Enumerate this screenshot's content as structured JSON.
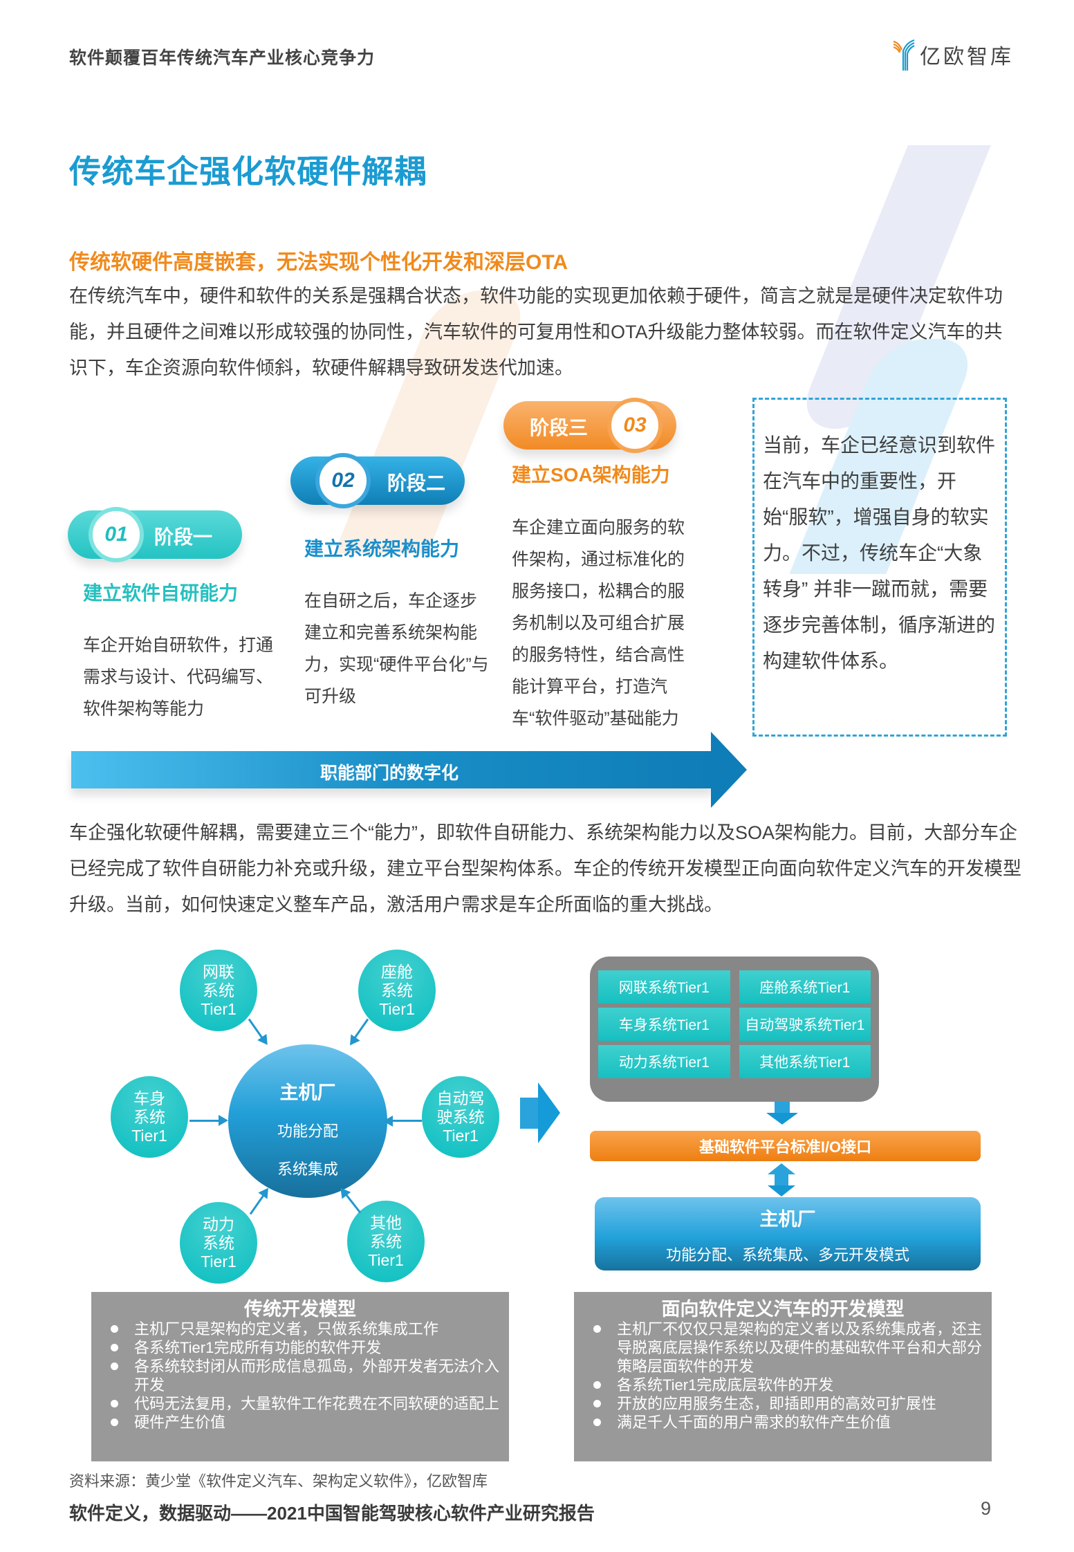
{
  "header": {
    "title": "软件颠覆百年传统汽车产业核心竞争力",
    "logo_text": "亿欧智库",
    "logo_colors": {
      "orange": "#f08a1c",
      "blue": "#1b9bd1"
    }
  },
  "page_title": "传统车企强化软硬件解耦",
  "section": {
    "sub_heading": "传统软硬件高度嵌套，无法实现个性化开发和深层OTA",
    "intro_paragraph": "在传统汽车中，硬件和软件的关系是强耦合状态，软件功能的实现更加依赖于硬件，简言之就是是硬件决定软件功能，并且硬件之间难以形成较强的协同性，汽车软件的可复用性和OTA升级能力整体较弱。而在软件定义汽车的共识下，车企资源向软件倾斜，软硬件解耦导致研发迭代加速。"
  },
  "stages": [
    {
      "number": "01",
      "label": "阶段一",
      "heading": "建立软件自研能力",
      "body": "车企开始自研软件，打通需求与设计、代码编写、软件架构等能力",
      "color": "#26c0bf"
    },
    {
      "number": "02",
      "label": "阶段二",
      "heading": "建立系统架构能力",
      "body": "在自研之后，车企逐步建立和完善系统架构能力，实现“硬件平台化”与可升级",
      "color": "#1b8fcc"
    },
    {
      "number": "03",
      "label": "阶段三",
      "heading": "建立SOA架构能力",
      "body": "车企建立面向服务的软件架构，通过标准化的服务接口，松耦合的服务机制以及可组合扩展的服务特性，结合高性能计算平台，打造汽车“软件驱动”基础能力",
      "color": "#f08a1c"
    }
  ],
  "callout": "当前，车企已经意识到软件在汽车中的重要性，开始“服软”，增强自身的软实力。不过，传统车企“大象转身” 并非一蹴而就，需要逐步完善体制，循序渐进的构建软件体系。",
  "progress_arrow_label": "职能部门的数字化",
  "summary_paragraph": "车企强化软硬件解耦，需要建立三个“能力”，即软件自研能力、系统架构能力以及SOA架构能力。目前，大部分车企已经完成了软件自研能力补充或升级，建立平台型架构体系。车企的传统开发模型正向面向软件定义汽车的开发模型升级。当前，如何快速定义整车产品，激活用户需求是车企所面临的重大挑战。",
  "hub_diagram": {
    "center": {
      "title": "主机厂",
      "line1": "功能分配",
      "line2": "系统集成"
    },
    "satellites": [
      {
        "l1": "网联",
        "l2": "系统",
        "l3": "Tier1"
      },
      {
        "l1": "座舱",
        "l2": "系统",
        "l3": "Tier1"
      },
      {
        "l1": "车身",
        "l2": "系统",
        "l3": "Tier1"
      },
      {
        "l1": "自动驾",
        "l2": "驶系统",
        "l3": "Tier1"
      },
      {
        "l1": "动力",
        "l2": "系统",
        "l3": "Tier1"
      },
      {
        "l1": "其他",
        "l2": "系统",
        "l3": "Tier1"
      }
    ]
  },
  "layered_diagram": {
    "tiers": [
      "网联系统Tier1",
      "座舱系统Tier1",
      "车身系统Tier1",
      "自动驾驶系统Tier1",
      "动力系统Tier1",
      "其他系统Tier1"
    ],
    "io_bar": "基础软件平台标准I/O接口",
    "oem": {
      "title": "主机厂",
      "subtitle": "功能分配、系统集成、多元开发模式"
    }
  },
  "models": {
    "traditional": {
      "title": "传统开发模型",
      "items": [
        "主机厂只是架构的定义者，只做系统集成工作",
        "各系统Tier1完成所有功能的软件开发",
        "各系统较封闭从而形成信息孤岛，外部开发者无法介入开发",
        "代码无法复用，大量软件工作花费在不同软硬的适配上",
        "硬件产生价值"
      ]
    },
    "sdv": {
      "title": "面向软件定义汽车的开发模型",
      "items": [
        "主机厂不仅仅只是架构的定义者以及系统集成者，还主导脱离底层操作系统以及硬件的基础软件平台和大部分策略层面软件的开发",
        "各系统Tier1完成底层软件的开发",
        "开放的应用服务生态，即插即用的高效可扩展性",
        "满足千人千面的用户需求的软件产生价值"
      ]
    }
  },
  "source": "资料来源：黄少堂《软件定义汽车、架构定义软件》，亿欧智库",
  "footer": {
    "report_title": "软件定义，数据驱动——2021中国智能驾驶核心软件产业研究报告",
    "page_number": "9"
  }
}
